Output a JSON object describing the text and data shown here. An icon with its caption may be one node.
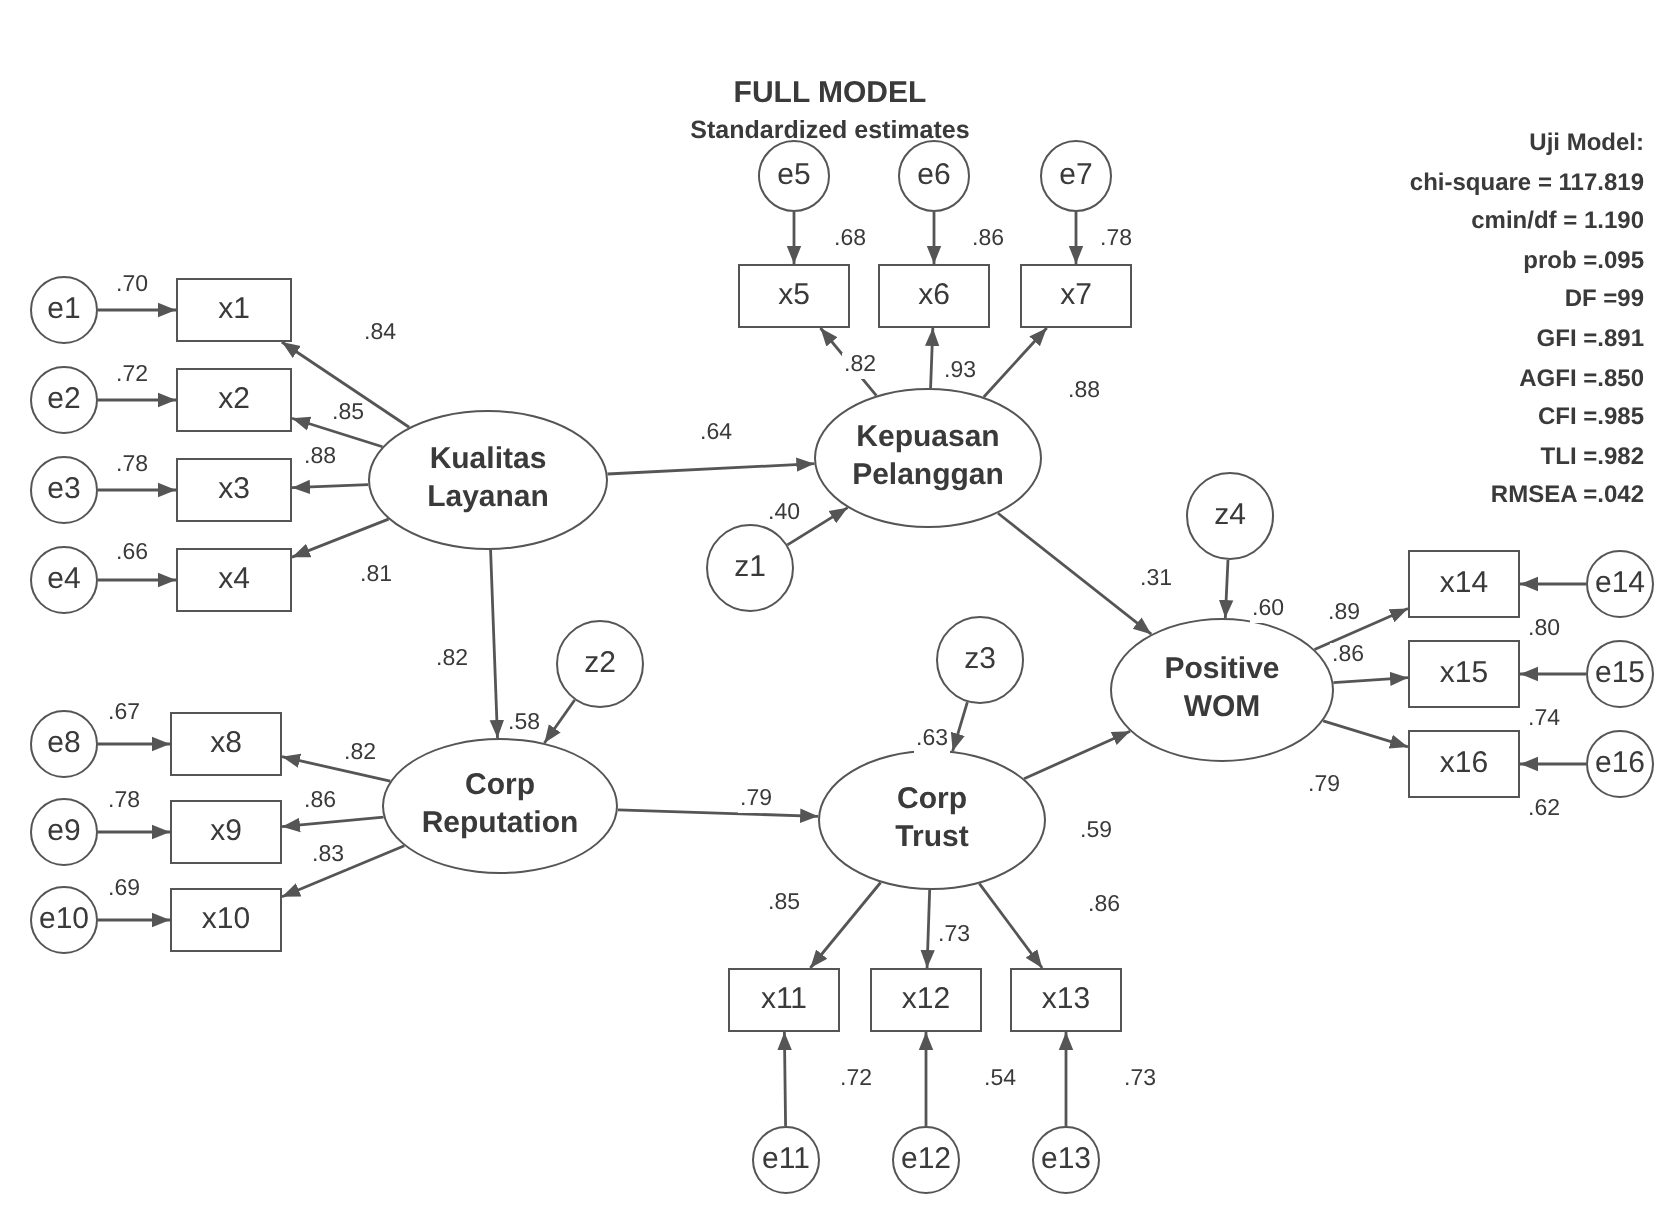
{
  "diagram": {
    "title": "FULL MODEL",
    "nodes": [
      {
        "text": [
          "e1"
        ]
      },
      {
        "text": [
          "x1"
        ]
      },
      {
        "text": [
          "e2"
        ]
      },
      {
        "text": [
          "x2"
        ]
      },
      {
        "text": [
          "e3"
        ]
      },
      {
        "text": [
          "x3"
        ]
      },
      {
        "text": [
          "e4"
        ]
      },
      {
        "text": [
          "x4"
        ]
      },
      {
        "text": [
          "Kualitas Layanan"
        ]
      },
      {
        "text": [
          "e5"
        ]
      },
      {
        "text": [
          "e6"
        ]
      },
      {
        "text": [
          "e7"
        ]
      },
      {
        "text": [
          "x5"
        ]
      },
      {
        "text": [
          "x6"
        ]
      },
      {
        "text": [
          "x7"
        ]
      },
      {
        "text": [
          "Kepuasan Pelanggan"
        ]
      },
      {
        "text": [
          "z1"
        ]
      },
      {
        "text": [
          "z4"
        ]
      },
      {
        "text": [
          "Positive WOM"
        ]
      },
      {
        "text": [
          "x14"
        ]
      },
      {
        "text": [
          "e14"
        ]
      },
      {
        "text": [
          "x15"
        ]
      },
      {
        "text": [
          "e15"
        ]
      },
      {
        "text": [
          "x16"
        ]
      },
      {
        "text": [
          "e16"
        ]
      },
      {
        "text": [
          "z2"
        ]
      },
      {
        "text": [
          "e8"
        ]
      },
      {
        "text": [
          "x8"
        ]
      },
      {
        "text": [
          "e9"
        ]
      },
      {
        "text": [
          "x9"
        ]
      },
      {
        "text": [
          "e10"
        ]
      },
      {
        "text": [
          "x10"
        ]
      },
      {
        "text": [
          "Corp Reputation"
        ]
      },
      {
        "text": [
          "z3"
        ]
      },
      {
        "text": [
          "Corp Trust"
        ]
      },
      {
        "text": [
          "x11"
        ]
      },
      {
        "text": [
          "x12"
        ]
      },
      {
        "text": [
          "x13"
        ]
      },
      {
        "text": [
          "e11"
        ]
      },
      {
        "text": [
          "e12"
        ]
      },
      {
        "text": [
          "e13"
        ]
      }
    ],
    "edges": [
      {
        "from": 0,
        "to": 1,
        "arrow": "to",
        "label": ".70"
      },
      {
        "from": 2,
        "to": 3,
        "arrow": "to",
        "label": ".72"
      },
      {
        "from": 4,
        "to": 5,
        "arrow": "to",
        "label": ".78"
      },
      {
        "from": 6,
        "to": 7,
        "arrow": "to",
        "label": ".66"
      },
      {
        "from": 8,
        "to": 1,
        "arrow": "to",
        "label": ".84"
      },
      {
        "from": 8,
        "to": 3,
        "arrow": "to",
        "label": ".85"
      },
      {
        "from": 8,
        "to": 5,
        "arrow": "to",
        "label": ".88"
      },
      {
        "from": 8,
        "to": 7,
        "arrow": "to",
        "label": ".81"
      },
      {
        "from": 8,
        "to": 15,
        "arrow": "to",
        "label": ".64"
      },
      {
        "from": 8,
        "to": 32,
        "arrow": "to",
        "label": ".82"
      },
      {
        "from": 9,
        "to": 12,
        "arrow": "to",
        "label": ".68"
      },
      {
        "from": 10,
        "to": 13,
        "arrow": "to",
        "label": ".86"
      },
      {
        "from": 11,
        "to": 14,
        "arrow": "to",
        "label": ".78"
      },
      {
        "from": 15,
        "to": 12,
        "arrow": "to",
        "label": ".82"
      },
      {
        "from": 15,
        "to": 13,
        "arrow": "to",
        "label": ".93"
      },
      {
        "from": 15,
        "to": 14,
        "arrow": "to",
        "label": ".88"
      },
      {
        "from": 16,
        "to": 15,
        "arrow": "to",
        "label": ".40"
      },
      {
        "from": 15,
        "to": 18,
        "arrow": "to",
        "label": ".31"
      },
      {
        "from": 17,
        "to": 18,
        "arrow": "to",
        "label": ".60"
      },
      {
        "from": 18,
        "to": 19,
        "arrow": "to",
        "label": ".89"
      },
      {
        "from": 18,
        "to": 21,
        "arrow": "to",
        "label": ".86"
      },
      {
        "from": 18,
        "to": 23,
        "arrow": "to",
        "label": ".79"
      },
      {
        "from": 20,
        "to": 19,
        "arrow": "to",
        "label": ".80"
      },
      {
        "from": 22,
        "to": 21,
        "arrow": "to",
        "label": ".74"
      },
      {
        "from": 24,
        "to": 23,
        "arrow": "to",
        "label": ".62"
      },
      {
        "from": 25,
        "to": 32,
        "arrow": "to",
        "label": ".58"
      },
      {
        "from": 32,
        "to": 27,
        "arrow": "to",
        "label": ".82"
      },
      {
        "from": 32,
        "to": 29,
        "arrow": "to",
        "label": ".86"
      },
      {
        "from": 32,
        "to": 31,
        "arrow": "to",
        "label": ".83"
      },
      {
        "from": 26,
        "to": 27,
        "arrow": "to",
        "label": ".67"
      },
      {
        "from": 28,
        "to": 29,
        "arrow": "to",
        "label": ".78"
      },
      {
        "from": 30,
        "to": 31,
        "arrow": "to",
        "label": ".69"
      },
      {
        "from": 32,
        "to": 34,
        "arrow": "to",
        "label": ".79"
      },
      {
        "from": 33,
        "to": 34,
        "arrow": "to",
        "label": ".63"
      },
      {
        "from": 34,
        "to": 18,
        "arrow": "to",
        "label": ".59"
      },
      {
        "from": 34,
        "to": 35,
        "arrow": "to",
        "label": ".85"
      },
      {
        "from": 34,
        "to": 36,
        "arrow": "to",
        "label": ".73"
      },
      {
        "from": 34,
        "to": 37,
        "arrow": "to",
        "label": ".86"
      },
      {
        "from": 38,
        "to": 35,
        "arrow": "to",
        "label": ".72"
      },
      {
        "from": 39,
        "to": 36,
        "arrow": "to",
        "label": ".54"
      },
      {
        "from": 40,
        "to": 37,
        "arrow": "to",
        "label": ".73"
      }
    ],
    "labels": [
      "Standardized estimates",
      "Uji Model:",
      "chi-square = 117.819",
      "cmin/df = 1.190",
      "prob =.095",
      "DF =99",
      "GFI =.891",
      "AGFI =.850",
      "CFI =.985",
      "TLI =.982",
      "RMSEA =.042"
    ]
  }
}
